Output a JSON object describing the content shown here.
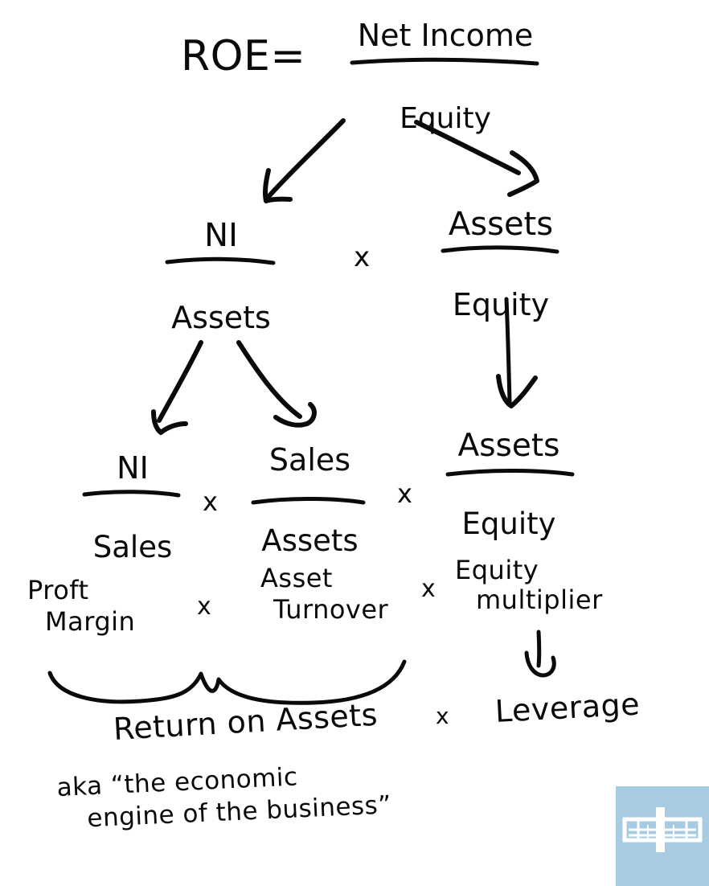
{
  "document": {
    "kind": "handwritten-whiteboard-diagram",
    "title": "DuPont ROE decomposition",
    "ink_color": "#0a0a0a",
    "background_color": "#ffffff"
  },
  "level1": {
    "label": "ROE=",
    "fraction": {
      "numerator": "Net Income",
      "denominator": "Equity"
    }
  },
  "level2": {
    "left_fraction": {
      "numerator": "NI",
      "denominator": "Assets"
    },
    "operator": "x",
    "right_fraction": {
      "numerator": "Assets",
      "denominator": "Equity"
    }
  },
  "level3": {
    "terms": [
      {
        "numerator": "NI",
        "denominator": "Sales"
      },
      {
        "numerator": "Sales",
        "denominator": "Assets"
      },
      {
        "numerator": "Assets",
        "denominator": "Equity"
      }
    ],
    "operators": [
      "x",
      "x"
    ]
  },
  "labels": {
    "profit_margin": {
      "line1": "Proft",
      "line2": "Margin"
    },
    "operator1": "x",
    "asset_turnover": {
      "line1": "Asset",
      "line2": "Turnover"
    },
    "operator2": "x",
    "equity_multiplier": {
      "line1": "Equity",
      "line2": "multiplier"
    }
  },
  "summary": {
    "return_on_assets": "Return on Assets",
    "operator": "x",
    "leverage": "Leverage"
  },
  "footnote": {
    "line1": "aka “the economic",
    "line2": "engine of the business”"
  },
  "watermark": {
    "name": "logo-watermark",
    "background_color": "#a6cbe3",
    "mark_color": "#ffffff"
  }
}
